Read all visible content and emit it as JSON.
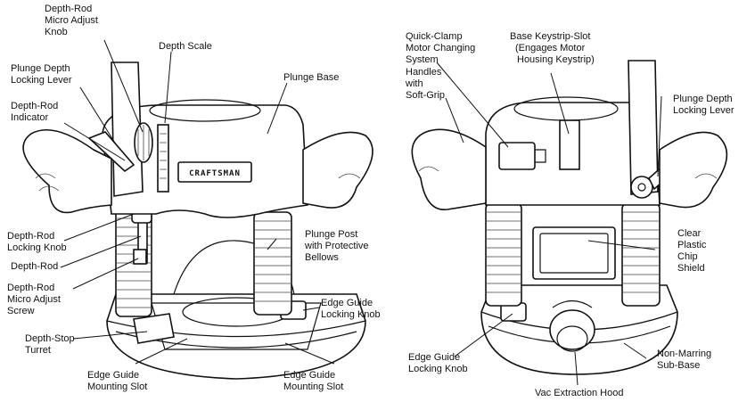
{
  "brand_text": "CRAFTSMAN",
  "labels": {
    "depth_rod_micro_adjust_knob": [
      "Depth-Rod",
      "Micro Adjust",
      "Knob"
    ],
    "depth_scale": [
      "Depth Scale"
    ],
    "plunge_depth_locking_lever_left": [
      "Plunge Depth",
      "Locking Lever"
    ],
    "depth_rod_indicator": [
      "Depth-Rod",
      "Indicator"
    ],
    "plunge_base": [
      "Plunge Base"
    ],
    "depth_rod_locking_knob": [
      "Depth-Rod",
      "Locking Knob"
    ],
    "depth_rod": [
      "Depth-Rod"
    ],
    "depth_rod_micro_adjust_screw": [
      "Depth-Rod",
      "Micro Adjust",
      "Screw"
    ],
    "depth_stop_turret": [
      "Depth-Stop",
      "Turret"
    ],
    "edge_guide_mounting_slot_left": [
      "Edge Guide",
      "Mounting Slot"
    ],
    "edge_guide_mounting_slot_right": [
      "Edge Guide",
      "Mounting Slot"
    ],
    "plunge_post_with_protective_bellows": [
      "Plunge Post",
      "with Protective",
      "Bellows"
    ],
    "edge_guide_locking_knob_left": [
      "Edge Guide",
      "Locking Knob"
    ],
    "handles_with_soft_grip": [
      "Handles",
      "with",
      "Soft-Grip"
    ],
    "quick_clamp_motor_changing_system": [
      "Quick-Clamp",
      "Motor Changing",
      "System"
    ],
    "base_keystrip_slot": [
      "Base Keystrip-Slot",
      "(Engages Motor",
      "Housing Keystrip)"
    ],
    "plunge_depth_locking_lever_right": [
      "Plunge Depth",
      "Locking Lever"
    ],
    "clear_plastic_chip_shield": [
      "Clear",
      "Plastic",
      "Chip",
      "Shield"
    ],
    "edge_guide_locking_knob_right": [
      "Edge Guide",
      "Locking Knob"
    ],
    "non_marring_sub_base": [
      "Non-Marring",
      "Sub-Base"
    ],
    "vac_extraction_hood": [
      "Vac Extraction Hood"
    ]
  }
}
